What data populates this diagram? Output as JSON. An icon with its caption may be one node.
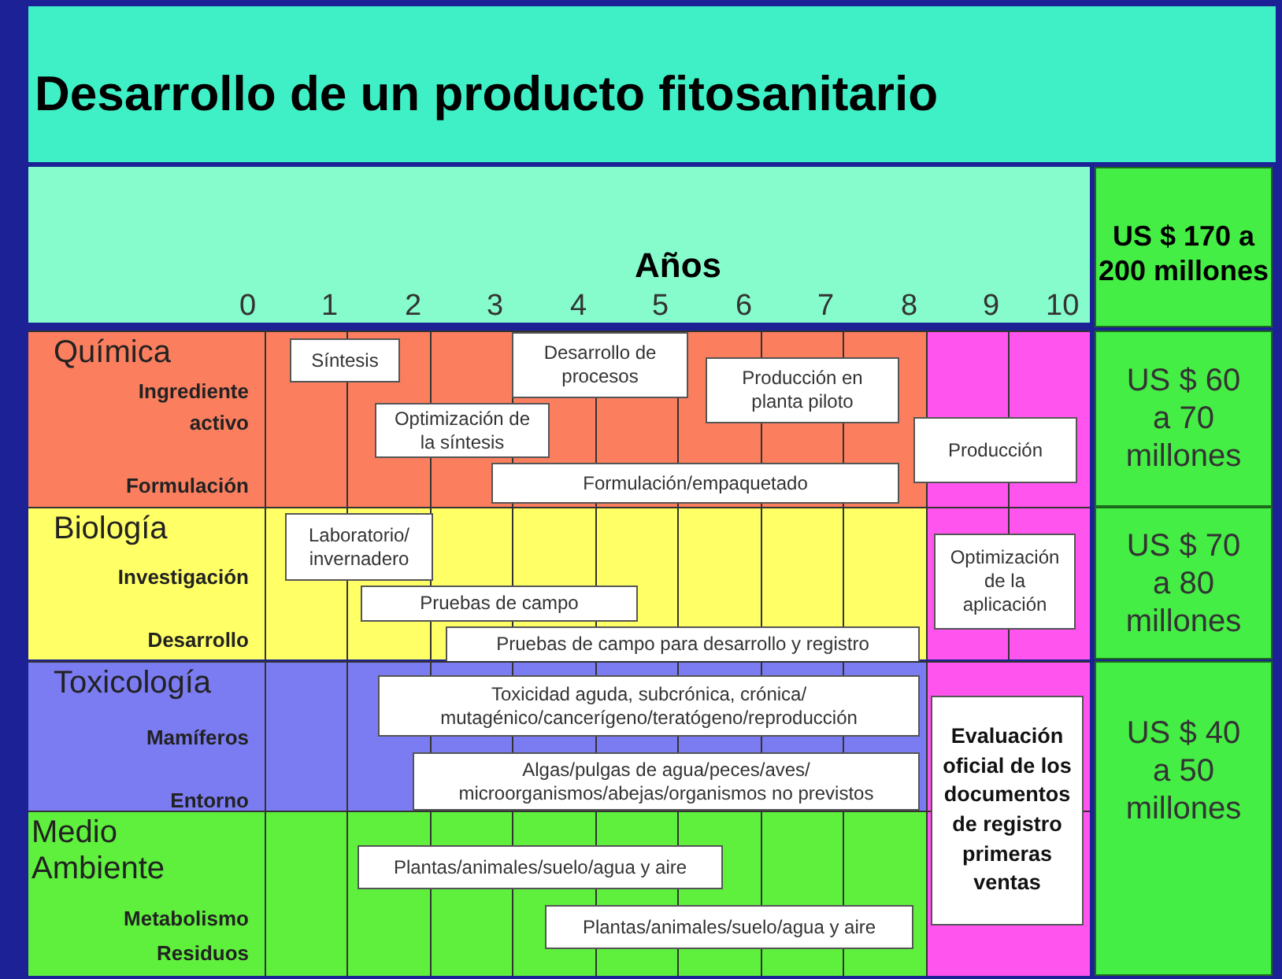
{
  "diagram": {
    "title": "Desarrollo de un producto fitosanitario",
    "nodes": [
      {
        "text": [
          "Años"
        ]
      },
      {
        "text": [
          "US $ 170 a 200 millones"
        ]
      },
      {
        "text": [
          "Química",
          "Ingrediente activo",
          "Formulación"
        ]
      },
      {
        "text": [
          "Síntesis"
        ],
        "in": 2
      },
      {
        "text": [
          "Desarrollo de procesos"
        ],
        "in": 2
      },
      {
        "text": [
          "Optimización de la síntesis"
        ],
        "in": 2
      },
      {
        "text": [
          "Producción en planta piloto"
        ],
        "in": 2
      },
      {
        "text": [
          "Formulación/empaquetado"
        ],
        "in": 2
      },
      {
        "text": [
          "Producción"
        ],
        "in": 2
      },
      {
        "text": [
          "US $ 60 a 70 millones"
        ]
      },
      {
        "text": [
          "Biología",
          "Investigación",
          "Desarrollo"
        ]
      },
      {
        "text": [
          "Laboratorio/ invernadero"
        ],
        "in": 10
      },
      {
        "text": [
          "Pruebas de campo"
        ],
        "in": 10
      },
      {
        "text": [
          "Pruebas de campo para desarrollo y registro"
        ],
        "in": 10
      },
      {
        "text": [
          "Optimización de la aplicación"
        ],
        "in": 10
      },
      {
        "text": [
          "US $ 70 a 80 millones"
        ]
      },
      {
        "text": [
          "Toxicología",
          "Mamíferos",
          "Entorno"
        ]
      },
      {
        "text": [
          "Toxicidad aguda, subcrónica, crónica/ mutagénico/cancerígeno/teratógeno/reproducción"
        ],
        "in": 16
      },
      {
        "text": [
          "Algas/pulgas de agua/peces/aves/ microorganismos/abejas/organismos no previstos"
        ],
        "in": 16
      },
      {
        "text": [
          "Medio Ambiente",
          "Metabolismo",
          "Residuos"
        ]
      },
      {
        "text": [
          "Plantas/animales/suelo/agua y aire"
        ],
        "in": 19
      },
      {
        "text": [
          "Plantas/animales/suelo/agua y aire"
        ],
        "in": 19
      },
      {
        "text": [
          "Evaluación oficial de los documentos de registro primeras ventas"
        ]
      },
      {
        "text": [
          "US $ 40 a 50 millones"
        ]
      }
    ],
    "labels": [
      "0",
      "1",
      "2",
      "3",
      "4",
      "5",
      "6",
      "7",
      "8",
      "9",
      "10"
    ]
  }
}
